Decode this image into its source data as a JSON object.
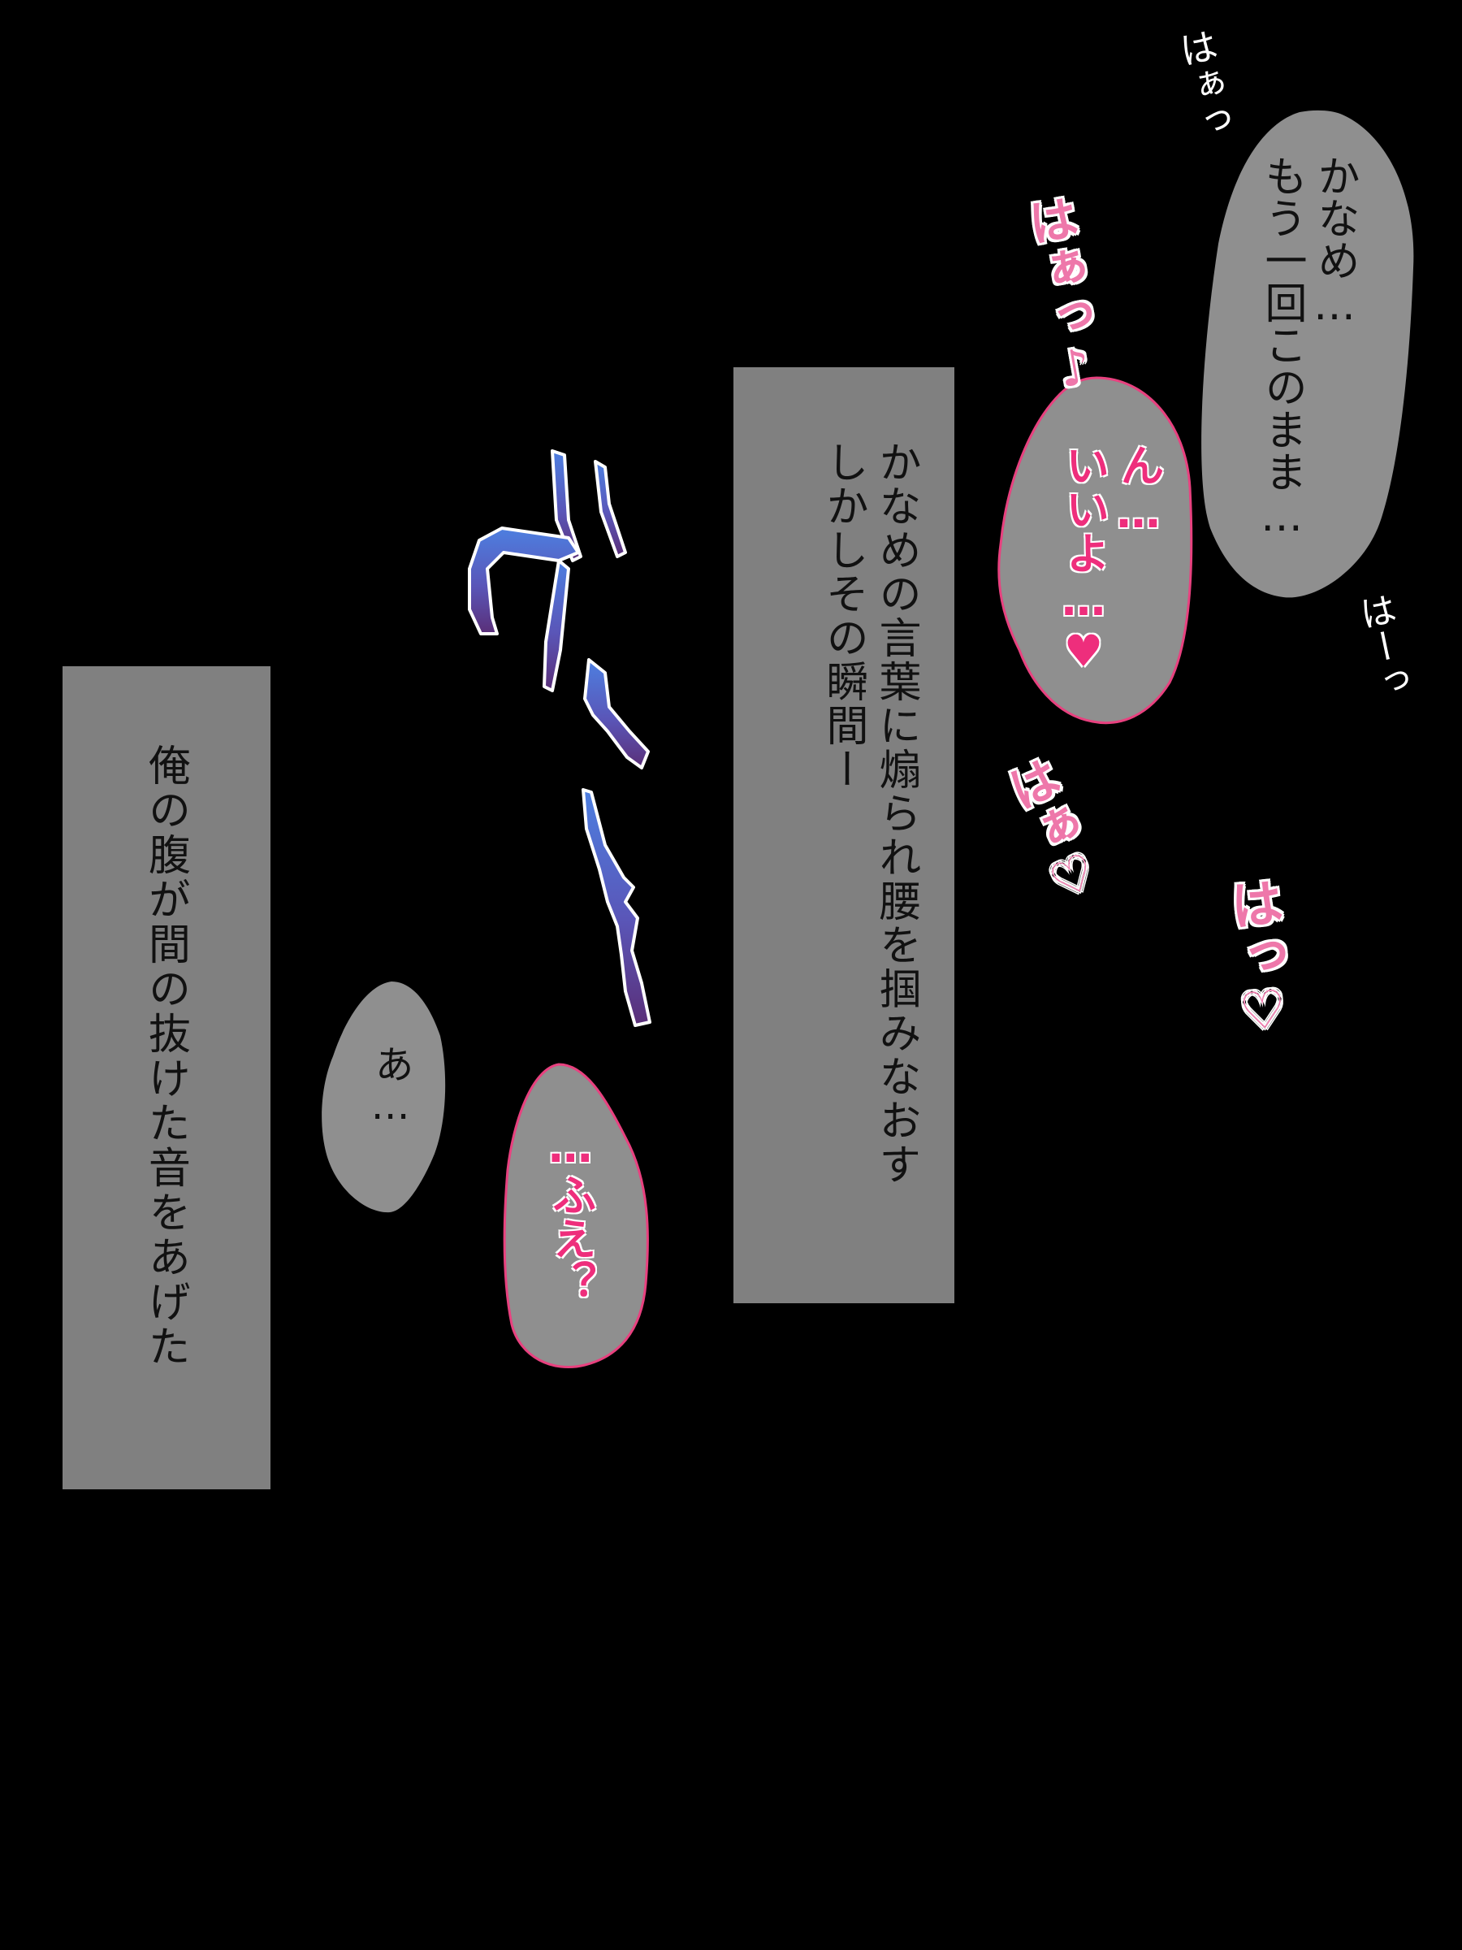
{
  "colors": {
    "background": "#000000",
    "narration_box": "#808080",
    "speech_bubble": "#8f8f8f",
    "bubble_outline_pink": "#e8417f",
    "pink_text": "#ee2e7c",
    "sfx_blue": "#4d7fe0",
    "sfx_purple": "#5a2f78"
  },
  "narration": {
    "box1_text": "かなめの言葉に煽られ腰を掴みなおす\nしかしその瞬間ー",
    "box2_text": "俺の腹が間の抜けた音をあげた"
  },
  "bubbles": {
    "top_right": "かなめ…\nもう一回このまま…",
    "middle_pink": "ん…\nいいよ…♥",
    "small_left": "あ…",
    "bottom_pink": "…ふえ？"
  },
  "sfx": {
    "top_white": "はぁっ",
    "right_white": "はーっ",
    "pink_1": "はぁっ♪",
    "pink_2": "はぁ♡",
    "pink_3": "はっ♡"
  }
}
